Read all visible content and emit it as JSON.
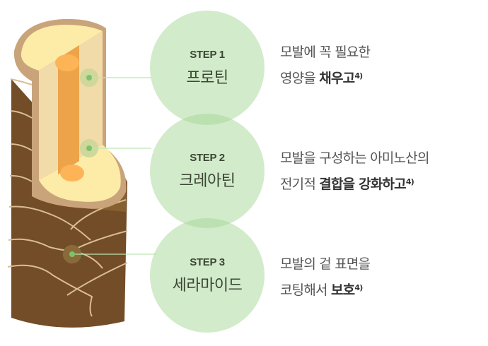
{
  "colors": {
    "circle": "#d3ebcc",
    "cuticle": "#734c28",
    "cortex": "#f1dba8",
    "medulla": "#eca34a",
    "pointer": "#7dc36b"
  },
  "steps": [
    {
      "step": "STEP 1",
      "title": "프로틴",
      "line1": "모발에 꼭 필요한",
      "line2_plain": "영양을 ",
      "line2_bold": "채우고",
      "ref": "4)"
    },
    {
      "step": "STEP 2",
      "title": "크레아틴",
      "line1": "모발을 구성하는 아미노산의",
      "line2_plain": "전기적 ",
      "line2_bold": "결합을 강화하고",
      "ref": "4)"
    },
    {
      "step": "STEP 3",
      "title": "세라마이드",
      "line1": "모발의 겉 표면을",
      "line2_plain": "코팅해서 ",
      "line2_bold": "보호",
      "ref": "4)"
    }
  ]
}
